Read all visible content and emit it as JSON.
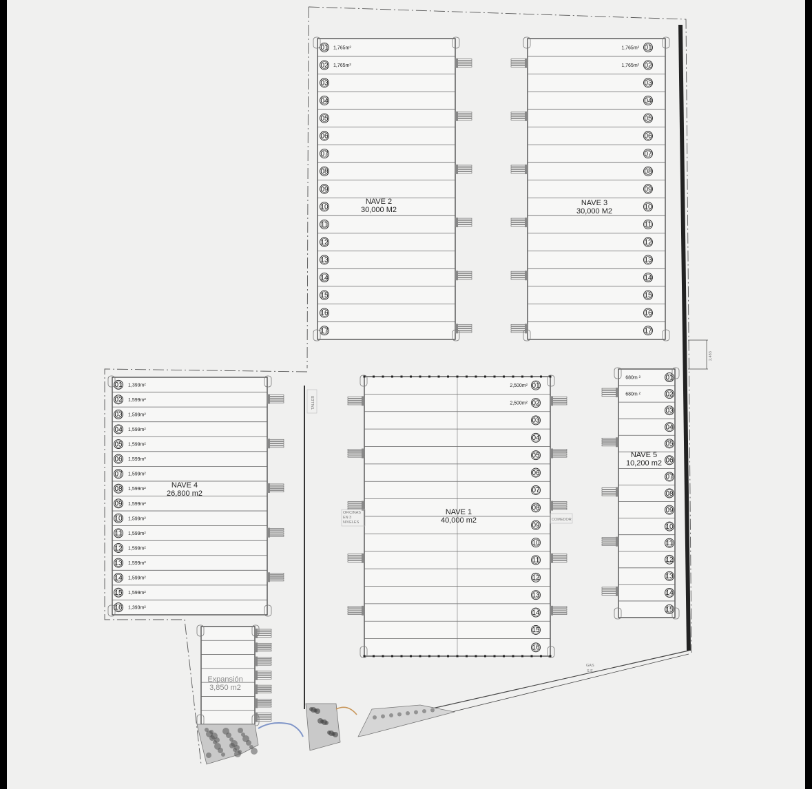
{
  "buildings": [
    {
      "id": "nave2",
      "name": "NAVE 2",
      "area": "30,000 M2",
      "side": "left",
      "units": [
        "01",
        "02",
        "03",
        "04",
        "05",
        "06",
        "07",
        "08",
        "09",
        "10",
        "11",
        "12",
        "13",
        "14",
        "15",
        "16",
        "17"
      ],
      "unit_areas": [
        "1,765m²",
        "1,765m²",
        "",
        "",
        "",
        "",
        "",
        "",
        "",
        "",
        "",
        "",
        "",
        "",
        "",
        "",
        ""
      ]
    },
    {
      "id": "nave3",
      "name": "NAVE 3",
      "area": "30,000 M2",
      "side": "right",
      "units": [
        "01",
        "02",
        "03",
        "04",
        "05",
        "06",
        "07",
        "08",
        "09",
        "10",
        "11",
        "12",
        "13",
        "14",
        "15",
        "16",
        "17"
      ],
      "unit_areas": [
        "1,765m²",
        "1,765m²",
        "",
        "",
        "",
        "",
        "",
        "",
        "",
        "",
        "",
        "",
        "",
        "",
        "",
        "",
        ""
      ]
    },
    {
      "id": "nave4",
      "name": "NAVE 4",
      "area": "26,800  m2",
      "side": "left",
      "units": [
        "01",
        "02",
        "03",
        "04",
        "05",
        "06",
        "07",
        "08",
        "09",
        "10",
        "11",
        "12",
        "13",
        "14",
        "15",
        "16"
      ],
      "unit_areas": [
        "1,393m²",
        "1,599m²",
        "1,599m²",
        "1,599m²",
        "1,599m²",
        "1,599m²",
        "1,599m²",
        "1,599m²",
        "1,599m²",
        "1,599m²",
        "1,599m²",
        "1,599m²",
        "1,599m²",
        "1,599m²",
        "1,599m²",
        "1,393m²"
      ]
    },
    {
      "id": "nave1",
      "name": "NAVE 1",
      "area": "40,000  m2",
      "side": "right",
      "units": [
        "01",
        "02",
        "03",
        "04",
        "05",
        "06",
        "07",
        "08",
        "09",
        "10",
        "11",
        "12",
        "13",
        "14",
        "15",
        "16"
      ],
      "unit_areas": [
        "2,500m²",
        "2,500m²",
        "",
        "",
        "",
        "",
        "",
        "",
        "",
        "",
        "",
        "",
        "",
        "",
        "",
        ""
      ]
    },
    {
      "id": "nave5",
      "name": "NAVE 5",
      "area": "10,200 m2",
      "side": "right",
      "units": [
        "01",
        "02",
        "03",
        "04",
        "05",
        "06",
        "07",
        "08",
        "09",
        "10",
        "11",
        "12",
        "13",
        "14",
        "15"
      ],
      "unit_areas": [
        "680m ²",
        "680m ²",
        "",
        "",
        "",
        "",
        "",
        "",
        "",
        "",
        "",
        "",
        "",
        "",
        ""
      ]
    },
    {
      "id": "expansion",
      "name": "Expansión",
      "area": "3,850  m2",
      "side": "none",
      "units": [],
      "unit_areas": []
    }
  ],
  "annotations": {
    "taller": "TALLER",
    "oficinas": [
      "OFICINAS",
      "EN 3",
      "NIVELES"
    ],
    "comedor": "COMEDOR",
    "dimension": "2,483",
    "gas": [
      "GAS",
      "S.E."
    ]
  },
  "colors": {
    "line": "#444444",
    "dark": "#222222",
    "landscape": "#9a9a9a",
    "water": "#7f95c8",
    "pipe": "#c8965a"
  }
}
